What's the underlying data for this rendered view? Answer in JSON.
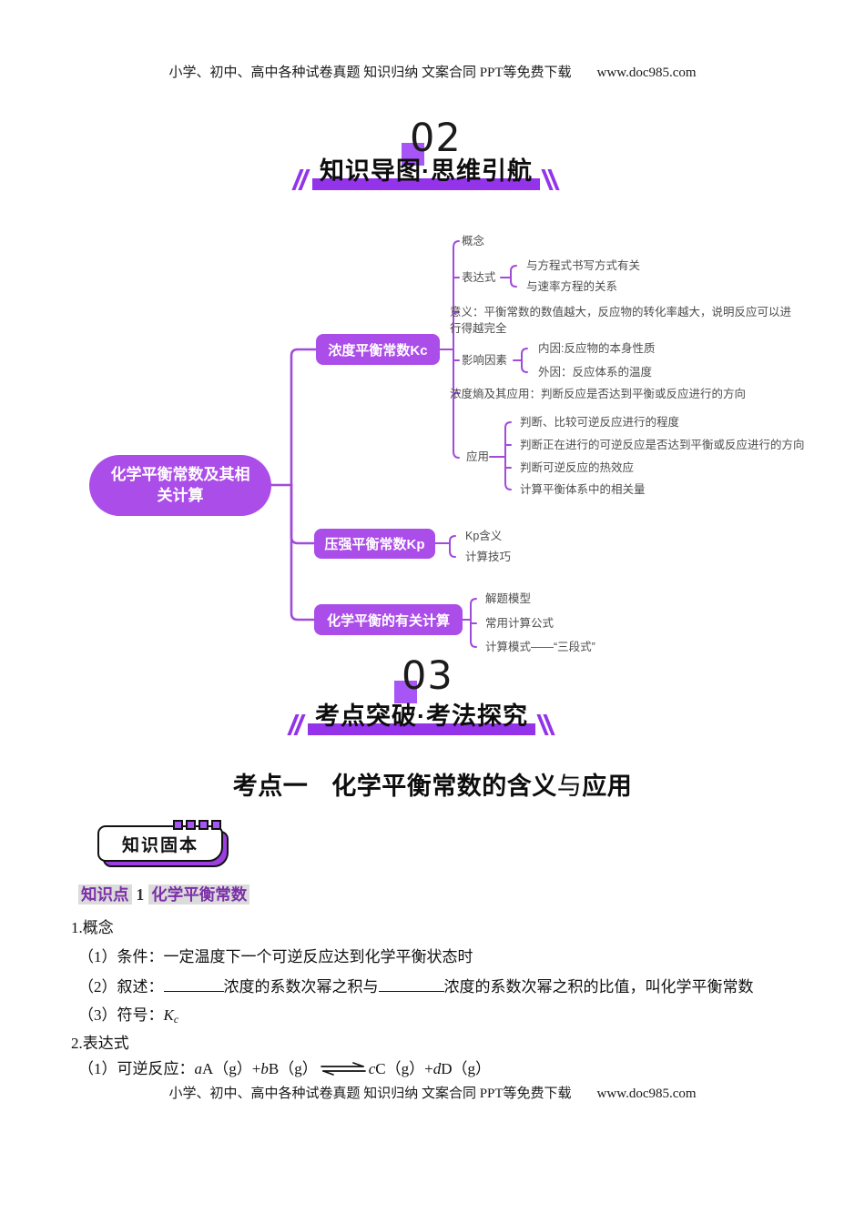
{
  "header": {
    "text": "小学、初中、高中各种试卷真题 知识归纳 文案合同 PPT等免费下载",
    "url": "www.doc985.com"
  },
  "footer": {
    "text": "小学、初中、高中各种试卷真题 知识归纳 文案合同 PPT等免费下载",
    "url": "www.doc985.com"
  },
  "sections": {
    "s02": {
      "number": "02",
      "title": "知识导图·思维引航"
    },
    "s03": {
      "number": "03",
      "title": "考点突破·考法探究"
    }
  },
  "mindmap": {
    "root": "化学平衡常数及其相关计算",
    "kc": {
      "label": "浓度平衡常数Kc",
      "concept": "概念",
      "expression": {
        "label": "表达式",
        "children": [
          "与方程式书写方式有关",
          "与速率方程的关系"
        ]
      },
      "meaning": "意义：平衡常数的数值越大，反应物的转化率越大，说明反应可以进行得越完全",
      "factors": {
        "label": "影响因素",
        "children": [
          "内因:反应物的本身性质",
          "外因：反应体系的温度"
        ]
      },
      "quotient": "浓度熵及其应用：判断反应是否达到平衡或反应进行的方向",
      "application": {
        "label": "应用",
        "children": [
          "判断、比较可逆反应进行的程度",
          "判断正在进行的可逆反应是否达到平衡或反应进行的方向",
          "判断可逆反应的热效应",
          "计算平衡体系中的相关量"
        ]
      }
    },
    "kp": {
      "label": "压强平衡常数Kp",
      "children": [
        "Kp含义",
        "计算技巧"
      ]
    },
    "calc": {
      "label": "化学平衡的有关计算",
      "children": [
        "解题模型",
        "常用计算公式",
        "计算模式——“三段式”"
      ]
    }
  },
  "kaodian": {
    "prefix": "考点一",
    "title_main": "化学平衡常数的含义",
    "title_light": "与",
    "title_tail": "应用"
  },
  "badge": {
    "label": "知识固本"
  },
  "knowledge_point": {
    "label": "知识点",
    "number": "1",
    "title": "化学平衡常数"
  },
  "content": {
    "line1": "1.概念",
    "line2": "（1）条件：一定温度下一个可逆反应达到化学平衡状态时",
    "line3": {
      "prefix": "（2）叙述：",
      "mid": "浓度的系数次幂之积与",
      "tail": "浓度的系数次幂之积的比值，叫化学平衡常数"
    },
    "line4": {
      "prefix": "（3）符号：",
      "symbol": "K",
      "sub": "c"
    },
    "line5": "2.表达式",
    "line6": {
      "prefix": "（1）可逆反应：",
      "a": "a",
      "a_t": "A（g）+",
      "b": "b",
      "b_t": "B（g）",
      "c": "c",
      "c_t": "C（g）+",
      "d": "d",
      "d_t": "D（g）"
    }
  },
  "colors": {
    "node_purple": "#AB4DE9",
    "line_purple": "#A14BD9",
    "bar_purple": "#9333EA",
    "square_purple": "#A855F7",
    "heading_purple": "#7B2FA8"
  }
}
